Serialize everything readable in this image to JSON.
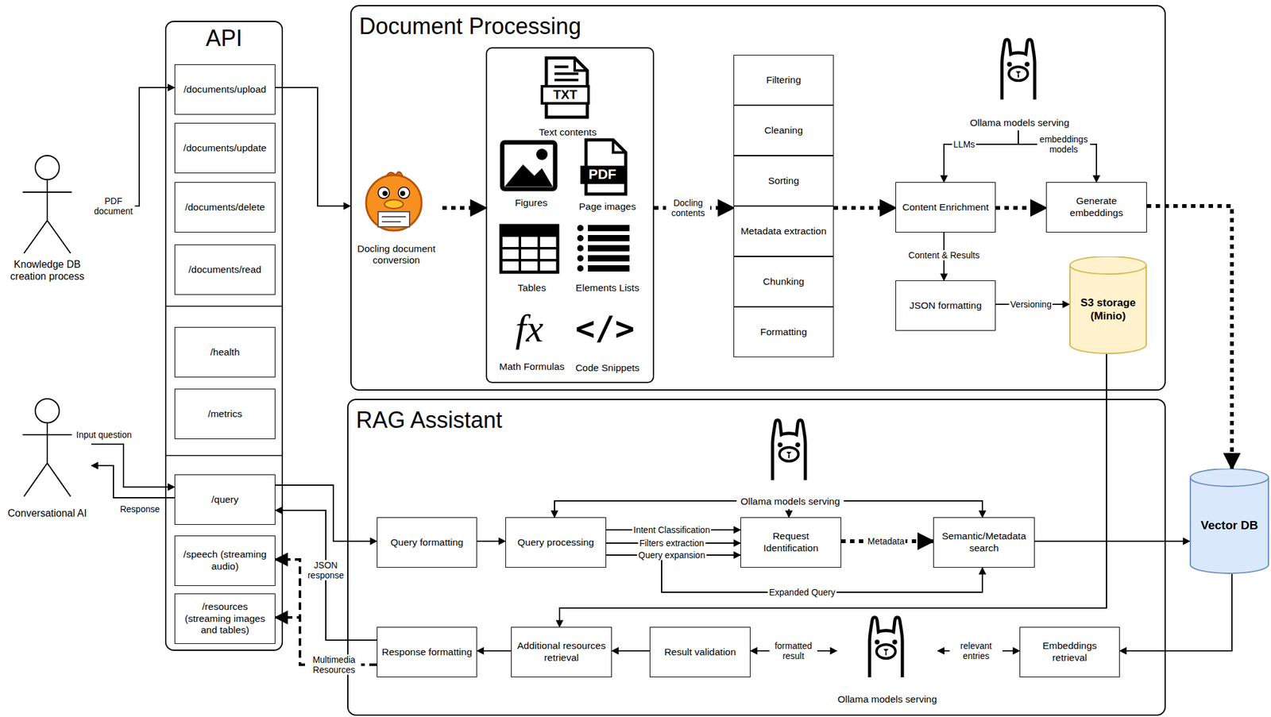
{
  "diagram": {
    "nodes": [
      {
        "text": [
          "API"
        ]
      },
      {
        "text": [
          "/documents/upload"
        ],
        "in": 0
      },
      {
        "text": [
          "/documents/update"
        ],
        "in": 0
      },
      {
        "text": [
          "/documents/delete"
        ],
        "in": 0
      },
      {
        "text": [
          "/documents/read"
        ],
        "in": 0
      },
      {
        "text": [
          "/health"
        ],
        "in": 0
      },
      {
        "text": [
          "/metrics"
        ],
        "in": 0
      },
      {
        "text": [
          "/query"
        ],
        "in": 0
      },
      {
        "text": [
          "/speech (streaming audio)"
        ],
        "in": 0
      },
      {
        "text": [
          "/resources (streaming images and tables)"
        ],
        "in": 0
      },
      {
        "text": [
          "Document Processing"
        ]
      },
      {
        "text": [
          "Docling document conversion"
        ],
        "in": 10
      },
      {
        "text": [
          "Text contents",
          "Figures",
          "Page images",
          "Tables",
          "Elements Lists",
          "Math Formulas",
          "Code Snippets"
        ],
        "in": 10
      },
      {
        "text": [
          "Filtering"
        ],
        "in": 10
      },
      {
        "text": [
          "Cleaning"
        ],
        "in": 10
      },
      {
        "text": [
          "Sorting"
        ],
        "in": 10
      },
      {
        "text": [
          "Metadata extraction"
        ],
        "in": 10
      },
      {
        "text": [
          "Chunking"
        ],
        "in": 10
      },
      {
        "text": [
          "Formatting"
        ],
        "in": 10
      },
      {
        "text": [
          "Ollama models serving"
        ],
        "in": 10
      },
      {
        "text": [
          "Content Enrichment"
        ],
        "in": 10
      },
      {
        "text": [
          "Generate embeddings"
        ],
        "in": 10
      },
      {
        "text": [
          "JSON formatting"
        ],
        "in": 10
      },
      {
        "text": [
          "S3 storage (Minio)"
        ],
        "in": 10
      },
      {
        "text": [
          "RAG Assistant"
        ]
      },
      {
        "text": [
          "Ollama models serving"
        ],
        "in": 24
      },
      {
        "text": [
          "Query formatting"
        ],
        "in": 24
      },
      {
        "text": [
          "Query processing"
        ],
        "in": 24
      },
      {
        "text": [
          "Request Identification"
        ],
        "in": 24
      },
      {
        "text": [
          "Semantic/Metadata search"
        ],
        "in": 24
      },
      {
        "text": [
          "Response formatting"
        ],
        "in": 24
      },
      {
        "text": [
          "Additional resources retrieval"
        ],
        "in": 24
      },
      {
        "text": [
          "Result validation"
        ],
        "in": 24
      },
      {
        "text": [
          "Ollama models serving"
        ],
        "in": 24
      },
      {
        "text": [
          "Embeddings retrieval"
        ],
        "in": 24
      },
      {
        "text": [
          "Vector DB"
        ]
      },
      {
        "text": [
          "Knowledge DB creation process"
        ]
      },
      {
        "text": [
          "Conversational AI"
        ]
      }
    ],
    "edges": [
      {
        "from": 36,
        "to": 1,
        "label": "PDF document",
        "arrow": "to"
      },
      {
        "from": 1,
        "to": 11,
        "arrow": "to"
      },
      {
        "from": 11,
        "to": 12,
        "arrow": "to"
      },
      {
        "from": 12,
        "to": 16,
        "label": "Docling contents",
        "arrow": "to"
      },
      {
        "from": 16,
        "to": 20,
        "arrow": "to"
      },
      {
        "from": 20,
        "to": 21,
        "arrow": "to"
      },
      {
        "from": 19,
        "to": 20,
        "label": "LLMs",
        "arrow": "to"
      },
      {
        "from": 19,
        "to": 21,
        "label": "embeddings models",
        "arrow": "to"
      },
      {
        "from": 20,
        "to": 22,
        "label": "Content & Results",
        "arrow": "to"
      },
      {
        "from": 22,
        "to": 23,
        "label": "Versioning",
        "arrow": "to"
      },
      {
        "from": 21,
        "to": 35,
        "arrow": "to"
      },
      {
        "from": 37,
        "to": 7,
        "label": "Input question",
        "arrow": "to"
      },
      {
        "from": 7,
        "to": 37,
        "label": "Response",
        "arrow": "to"
      },
      {
        "from": 7,
        "to": 26,
        "arrow": "to"
      },
      {
        "from": 26,
        "to": 27,
        "arrow": "to"
      },
      {
        "from": 25,
        "to": 27,
        "arrow": "to"
      },
      {
        "from": 25,
        "to": 28,
        "arrow": "to"
      },
      {
        "from": 25,
        "to": 29,
        "arrow": "to"
      },
      {
        "from": 27,
        "to": 28,
        "label": "Intent Classification",
        "arrow": "to"
      },
      {
        "from": 27,
        "to": 28,
        "label": "Filters extraction",
        "arrow": "to"
      },
      {
        "from": 27,
        "to": 28,
        "label": "Query expansion",
        "arrow": "to"
      },
      {
        "from": 27,
        "to": 29,
        "label": "Expanded Query",
        "arrow": "to"
      },
      {
        "from": 28,
        "to": 29,
        "label": "Metadata",
        "arrow": "to"
      },
      {
        "from": 29,
        "to": 35,
        "arrow": "to"
      },
      {
        "from": 35,
        "to": 34,
        "arrow": "to"
      },
      {
        "from": 34,
        "to": 33,
        "label": "relevant entries",
        "arrow": "both"
      },
      {
        "from": 33,
        "to": 32,
        "label": "formatted result",
        "arrow": "both"
      },
      {
        "from": 32,
        "to": 31,
        "arrow": "to"
      },
      {
        "from": 23,
        "to": 31,
        "arrow": "to"
      },
      {
        "from": 31,
        "to": 30,
        "arrow": "to"
      },
      {
        "from": 30,
        "to": 7,
        "label": "JSON response",
        "arrow": "to"
      },
      {
        "from": 30,
        "to": 8,
        "label": "Multimedia Resources",
        "arrow": "to"
      },
      {
        "from": 30,
        "to": 9,
        "arrow": "to"
      }
    ],
    "labels": [
      "TXT",
      "PDF",
      "fx",
      "</>"
    ]
  }
}
